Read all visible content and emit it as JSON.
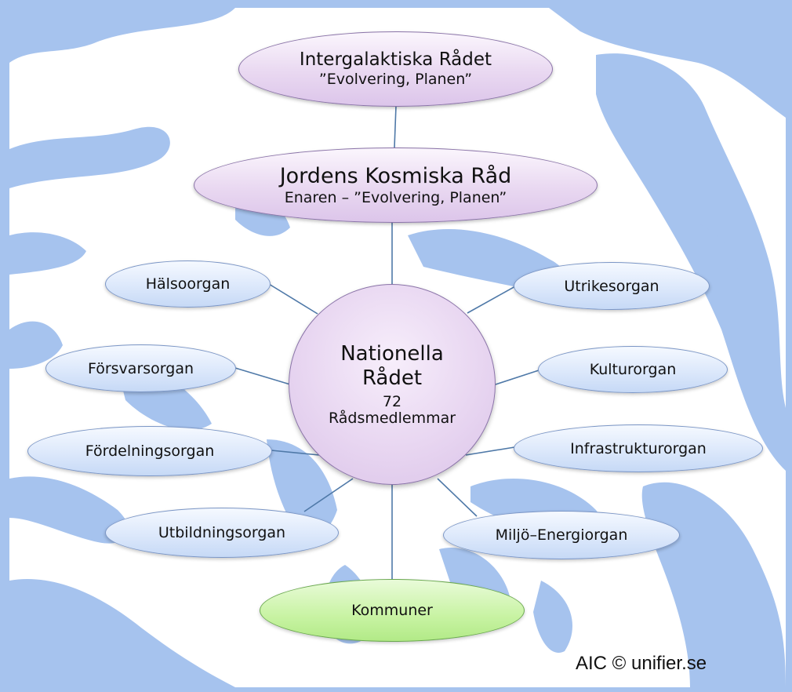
{
  "top_council": {
    "title": "Intergalaktiska Rådet",
    "subtitle": "”Evolvering, Planen”"
  },
  "earth_council": {
    "title": "Jordens Kosmiska Råd",
    "subtitle": "Enaren – ”Evolvering, Planen”"
  },
  "national_council": {
    "line1": "Nationella",
    "line2": "Rådet",
    "count": "72",
    "members_label": "Rådsmedlemmar"
  },
  "left_organs": [
    "Hälsoorgan",
    "Försvarsorgan",
    "Fördelningsorgan",
    "Utbildningsorgan"
  ],
  "right_organs": [
    "Utrikesorgan",
    "Kulturorgan",
    "Infrastrukturorgan",
    "Miljö–Energiorgan"
  ],
  "bottom_node": "Kommuner",
  "copyright": "AIC © unifier.se",
  "colors": {
    "background_pattern": "#a6c3ee",
    "connector": "#4f79a8",
    "council_fill": "#e5d3f0",
    "organ_fill": "#d7e5fa",
    "municipality_fill": "#c2f09a"
  }
}
